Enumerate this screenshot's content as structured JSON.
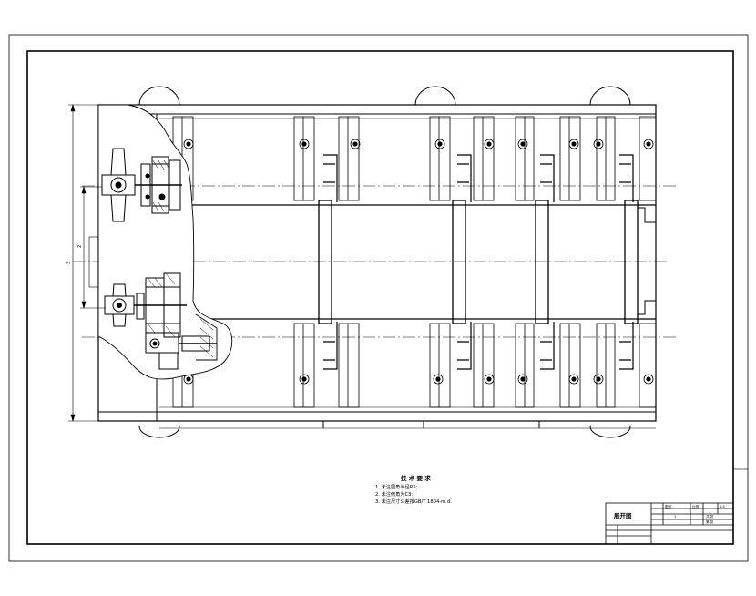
{
  "drawing": {
    "dimension_labels": [
      "2",
      "3"
    ],
    "notes": {
      "title": "技 术 要 求",
      "lines": [
        "1. 未注圆角半径R5;",
        "2. 未注倒角为C3;",
        "3. 未注尺寸公差按GB/T 1804-m.d."
      ]
    },
    "title_block": {
      "name": "展开图",
      "cells": [
        "图号",
        "比例",
        "1:4",
        "共 张",
        "第 张",
        "1"
      ]
    }
  }
}
